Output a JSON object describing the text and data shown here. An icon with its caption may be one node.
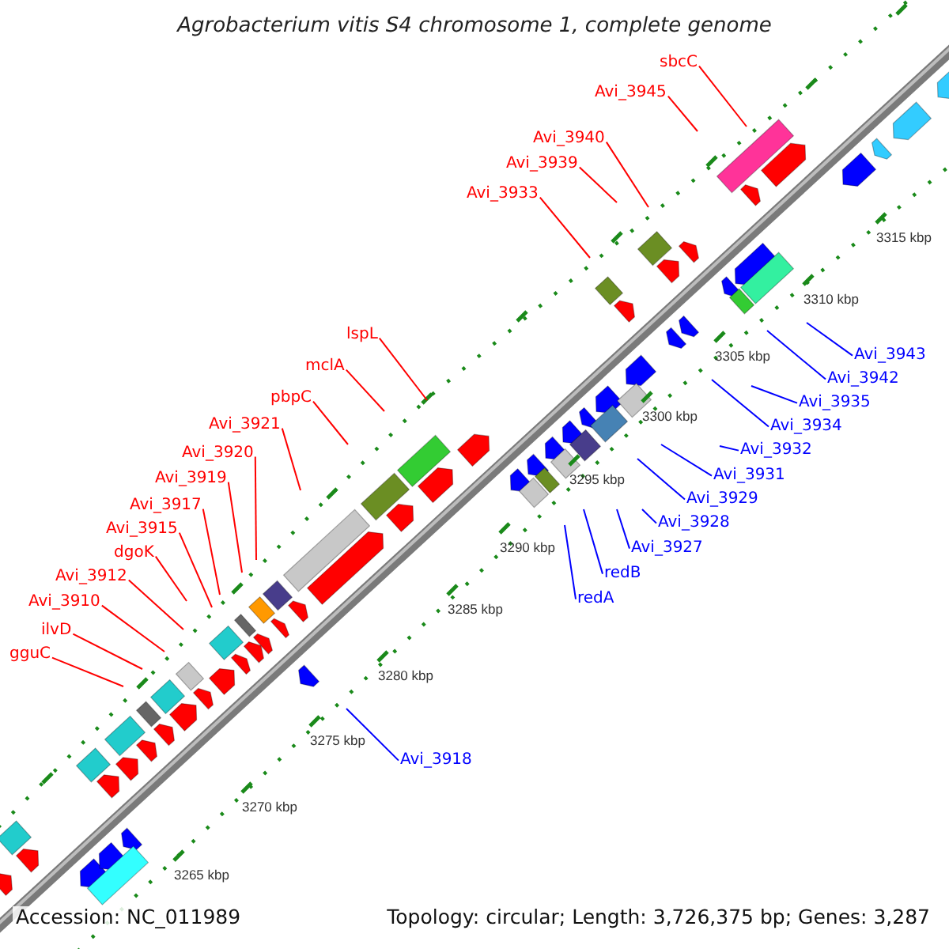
{
  "diagram": {
    "title": "Agrobacterium vitis S4 chromosome 1, complete genome",
    "nodes": [
      {
        "text": [
          "sbcC"
        ]
      },
      {
        "text": [
          "Avi_3945"
        ]
      },
      {
        "text": [
          "Avi_3940"
        ]
      },
      {
        "text": [
          "Avi_3939"
        ]
      },
      {
        "text": [
          "Avi_3933"
        ]
      },
      {
        "text": [
          "lspL"
        ]
      },
      {
        "text": [
          "mclA"
        ]
      },
      {
        "text": [
          "pbpC"
        ]
      },
      {
        "text": [
          "Avi_3921"
        ]
      },
      {
        "text": [
          "Avi_3920"
        ]
      },
      {
        "text": [
          "Avi_3919"
        ]
      },
      {
        "text": [
          "Avi_3917"
        ]
      },
      {
        "text": [
          "Avi_3915"
        ]
      },
      {
        "text": [
          "dgoK"
        ]
      },
      {
        "text": [
          "Avi_3912"
        ]
      },
      {
        "text": [
          "Avi_3910"
        ]
      },
      {
        "text": [
          "ilvD"
        ]
      },
      {
        "text": [
          "gguC"
        ]
      },
      {
        "text": [
          "Avi_3943"
        ]
      },
      {
        "text": [
          "Avi_3942"
        ]
      },
      {
        "text": [
          "Avi_3935"
        ]
      },
      {
        "text": [
          "Avi_3934"
        ]
      },
      {
        "text": [
          "Avi_3932"
        ]
      },
      {
        "text": [
          "Avi_3931"
        ]
      },
      {
        "text": [
          "Avi_3929"
        ]
      },
      {
        "text": [
          "Avi_3928"
        ]
      },
      {
        "text": [
          "Avi_3927"
        ]
      },
      {
        "text": [
          "redB"
        ]
      },
      {
        "text": [
          "redA"
        ]
      },
      {
        "text": [
          "Avi_3918"
        ]
      }
    ],
    "edges": [
      {
        "from": 0,
        "to": null,
        "arrow": "none"
      },
      {
        "from": 1,
        "to": null,
        "arrow": "none"
      },
      {
        "from": 2,
        "to": null,
        "arrow": "none"
      },
      {
        "from": 3,
        "to": null,
        "arrow": "none"
      },
      {
        "from": 4,
        "to": null,
        "arrow": "none"
      },
      {
        "from": 5,
        "to": null,
        "arrow": "none"
      },
      {
        "from": 6,
        "to": null,
        "arrow": "none"
      },
      {
        "from": 7,
        "to": null,
        "arrow": "none"
      },
      {
        "from": 8,
        "to": null,
        "arrow": "none"
      },
      {
        "from": 9,
        "to": null,
        "arrow": "none"
      },
      {
        "from": 10,
        "to": null,
        "arrow": "none"
      },
      {
        "from": 11,
        "to": null,
        "arrow": "none"
      },
      {
        "from": 12,
        "to": null,
        "arrow": "none"
      },
      {
        "from": 13,
        "to": null,
        "arrow": "none"
      },
      {
        "from": 14,
        "to": null,
        "arrow": "none"
      },
      {
        "from": 15,
        "to": null,
        "arrow": "none"
      },
      {
        "from": 16,
        "to": null,
        "arrow": "none"
      },
      {
        "from": 17,
        "to": null,
        "arrow": "none"
      },
      {
        "from": 18,
        "to": null,
        "arrow": "none",
        "color": "#0000ff"
      },
      {
        "from": 19,
        "to": null,
        "arrow": "none",
        "color": "#0000ff"
      },
      {
        "from": 20,
        "to": null,
        "arrow": "none",
        "color": "#0000ff"
      },
      {
        "from": 21,
        "to": null,
        "arrow": "none",
        "color": "#0000ff"
      },
      {
        "from": 22,
        "to": null,
        "arrow": "none",
        "color": "#0000ff"
      },
      {
        "from": 23,
        "to": null,
        "arrow": "none",
        "color": "#0000ff"
      },
      {
        "from": 24,
        "to": null,
        "arrow": "none",
        "color": "#0000ff"
      },
      {
        "from": 25,
        "to": null,
        "arrow": "none",
        "color": "#0000ff"
      },
      {
        "from": 26,
        "to": null,
        "arrow": "none",
        "color": "#0000ff"
      },
      {
        "from": 27,
        "to": null,
        "arrow": "none",
        "color": "#0000ff"
      },
      {
        "from": 28,
        "to": null,
        "arrow": "none",
        "color": "#0000ff"
      },
      {
        "from": 29,
        "to": null,
        "arrow": "none",
        "color": "#0000ff"
      }
    ],
    "labels": [
      "3315 kbp",
      "3310 kbp",
      "3305 kbp",
      "3300 kbp",
      "3295 kbp",
      "3290 kbp",
      "3285 kbp",
      "3280 kbp",
      "3275 kbp",
      "3270 kbp",
      "3265 kbp",
      "Accession: NC_011989",
      "Topology: circular; Length: 3,726,375 bp; Genes: 3,287"
    ]
  }
}
